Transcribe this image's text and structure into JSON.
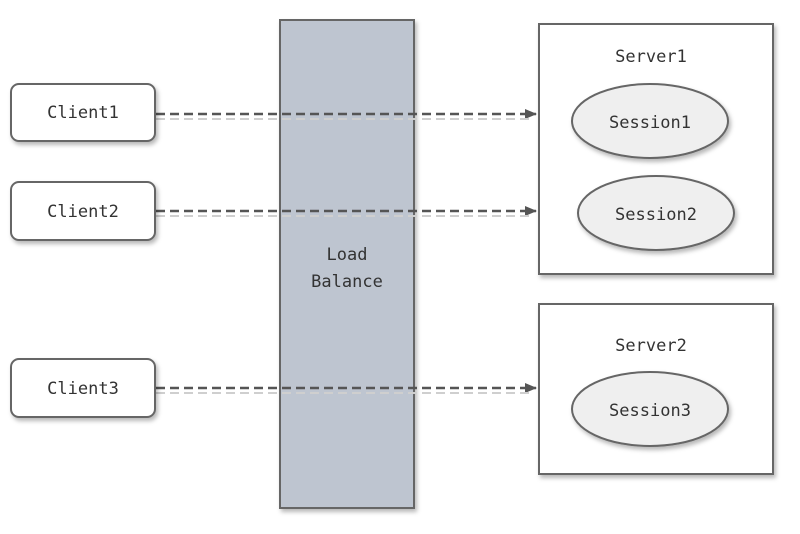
{
  "clients": [
    {
      "label": "Client1"
    },
    {
      "label": "Client2"
    },
    {
      "label": "Client3"
    }
  ],
  "load_balancer": {
    "line1": "Load",
    "line2": "Balance"
  },
  "servers": [
    {
      "label": "Server1",
      "sessions": [
        "Session1",
        "Session2"
      ]
    },
    {
      "label": "Server2",
      "sessions": [
        "Session3"
      ]
    }
  ],
  "connections": [
    {
      "from": "Client1",
      "to": "Server1"
    },
    {
      "from": "Client2",
      "to": "Server1"
    },
    {
      "from": "Client3",
      "to": "Server2"
    }
  ],
  "colors": {
    "box_stroke": "#666666",
    "balancer_fill": "#bec5d0",
    "session_fill": "#efefef",
    "arrow": "#555555",
    "text": "#333333"
  }
}
